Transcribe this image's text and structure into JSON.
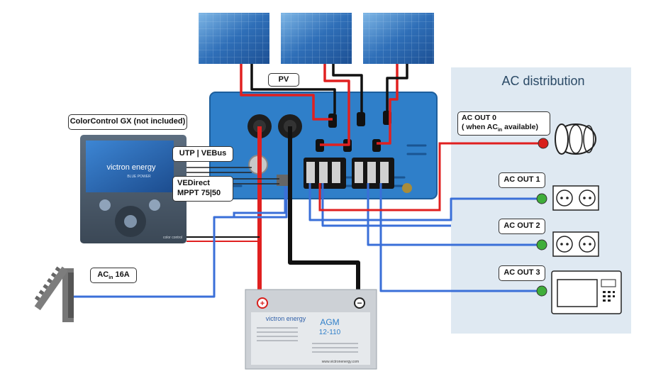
{
  "labels": {
    "pv": "PV",
    "colorcontrol": "ColorControl GX (not included)",
    "utp": "UTP | VEBus",
    "vedirect_line1": "VEDirect",
    "vedirect_line2": "MPPT 75|50",
    "ac_distribution": "AC distribution",
    "ac_out0_line1": "AC OUT 0",
    "ac_out0_line2_prefix": "( when AC",
    "ac_out0_line2_sub": "in",
    "ac_out0_line2_suffix": " available)",
    "ac_out1": "AC OUT 1",
    "ac_out2": "AC OUT 2",
    "ac_out3": "AC OUT 3",
    "acin_prefix": "AC",
    "acin_sub": "in",
    "acin_suffix": " 16A"
  },
  "device_texts": {
    "gx_brand": "victron energy",
    "gx_tagline": "BLUE POWER",
    "gx_footer": "color control",
    "battery_brand": "victron energy",
    "battery_model_line1": "AGM",
    "battery_model_line2": "12-110",
    "battery_plus": "+",
    "battery_minus": "−",
    "battery_url": "www.victronenergy.com"
  },
  "colors": {
    "inverter_blue": "#2f7fc9",
    "wire_red": "#e02020",
    "wire_blue": "#3a6fd8",
    "wire_black": "#111111",
    "ac_panel_bg": "#dfe9f2",
    "terminal_green": "#3fae3a",
    "terminal_red": "#d8201c"
  }
}
